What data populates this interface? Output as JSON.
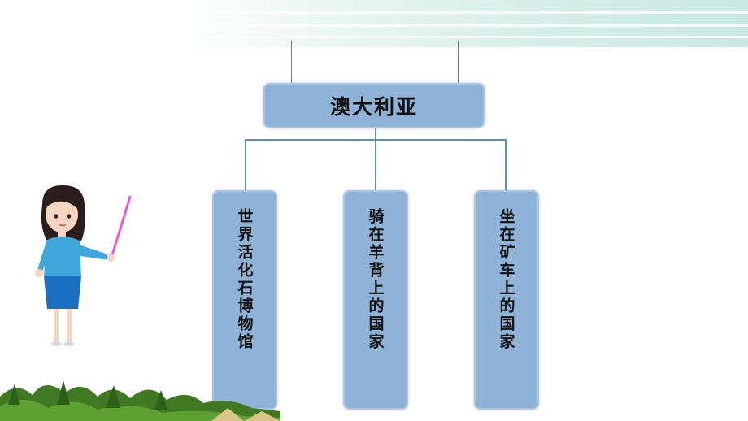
{
  "diagram": {
    "root": {
      "label": "澳大利亚"
    },
    "children": [
      {
        "label": "世界活化石博物馆"
      },
      {
        "label": "骑在羊背上的国家"
      },
      {
        "label": "坐在矿车上的国家"
      }
    ]
  },
  "colors": {
    "box_fill": "#8fb3d6",
    "connector": "#5b8fc2",
    "header_band": "#c9e9e1"
  }
}
